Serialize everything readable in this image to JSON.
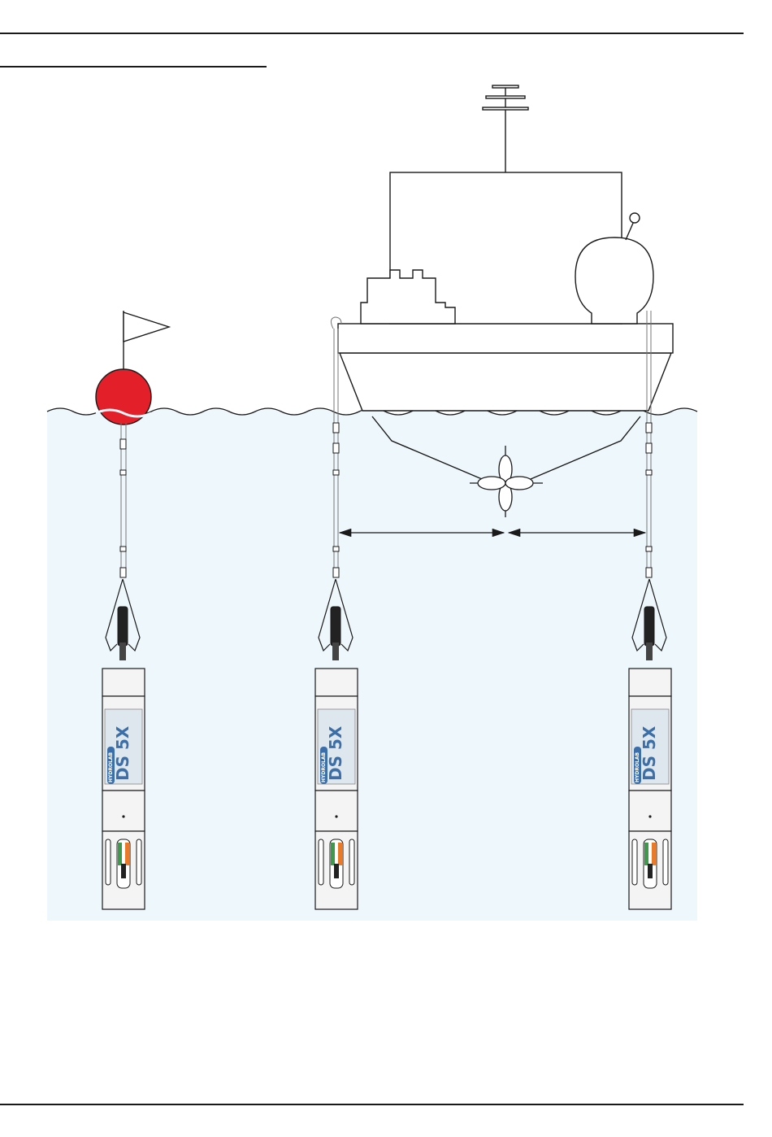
{
  "figure": {
    "colors": {
      "water": "#eef7fc",
      "water_edge": "#dcecf5",
      "buoy": "#e3202a",
      "line": "#1a1a1a",
      "sonde_body": "#f4f4f4",
      "sonde_label": "#3c6fa8",
      "sonde_label_bg": "#dfe7ee",
      "sensor_orange": "#e87a2a",
      "sensor_green": "#3e9a4a",
      "cable": "#555555"
    },
    "sondes": [
      {
        "brand": "HYDROLAB",
        "model": "DS 5X"
      },
      {
        "brand": "HYDROLAB",
        "model": "DS 5X"
      },
      {
        "brand": "HYDROLAB",
        "model": "DS 5X"
      }
    ],
    "icons": [
      "buoy-icon",
      "flag-icon",
      "boat-icon",
      "antenna-icon",
      "propeller-icon",
      "dimension-arrow-icon"
    ]
  }
}
